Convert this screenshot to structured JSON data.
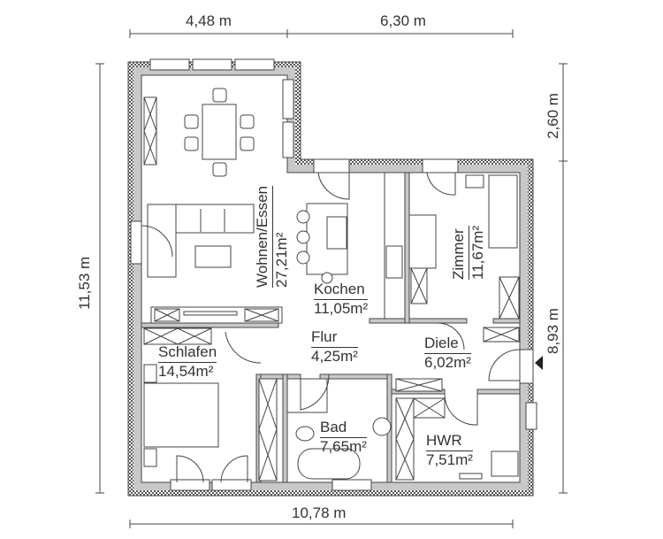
{
  "dimensions": {
    "top_left": "4,48 m",
    "top_right": "6,30 m",
    "bottom": "10,78 m",
    "left": "11,53 m",
    "right_top": "2,60 m",
    "right_bottom": "8,93 m"
  },
  "rooms": {
    "wohnen": {
      "name": "Wohnen/Essen",
      "area": "27,21m²"
    },
    "kochen": {
      "name": "Kochen",
      "area": "11,05m²"
    },
    "zimmer": {
      "name": "Zimmer",
      "area": "11,67m²"
    },
    "schlafen": {
      "name": "Schlafen",
      "area": "14,54m²"
    },
    "flur": {
      "name": "Flur",
      "area": "4,25m²"
    },
    "diele": {
      "name": "Diele",
      "area": "6,02m²"
    },
    "bad": {
      "name": "Bad",
      "area": "7,65m²"
    },
    "hwr": {
      "name": "HWR",
      "area": "7,51m²"
    }
  },
  "colors": {
    "wall_fill": "#c8c8c8",
    "wall_hatch": "#555555",
    "line": "#444444",
    "text": "#333333"
  },
  "icons": {
    "entrance": "entrance-arrow-icon"
  }
}
